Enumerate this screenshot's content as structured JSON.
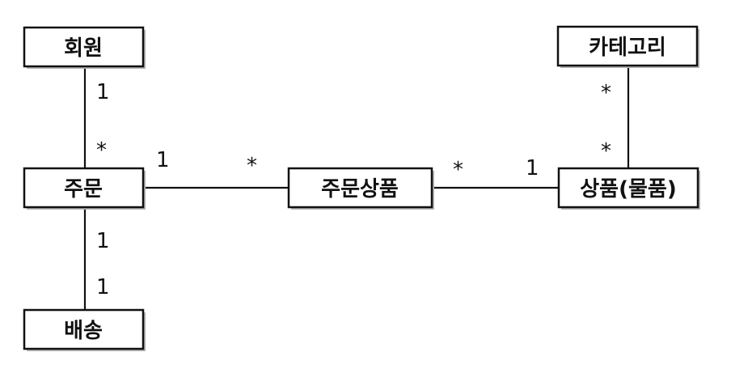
{
  "entities": {
    "member": "회원",
    "category": "카테고리",
    "order": "주문",
    "order_item": "주문상품",
    "product": "상품(물품)",
    "delivery": "배송"
  },
  "relationships": {
    "member_order": {
      "member_end": "1",
      "order_end": "*"
    },
    "order_order_item": {
      "order_end": "1",
      "order_item_end": "*"
    },
    "order_item_product": {
      "order_item_end": "*",
      "product_end": "1"
    },
    "category_product": {
      "category_end": "*",
      "product_end": "*"
    },
    "order_delivery": {
      "order_end": "1",
      "delivery_end": "1"
    }
  },
  "colors": {
    "line": "#111111",
    "box_fill": "#ffffff",
    "shadow": "#b5b5b5"
  }
}
